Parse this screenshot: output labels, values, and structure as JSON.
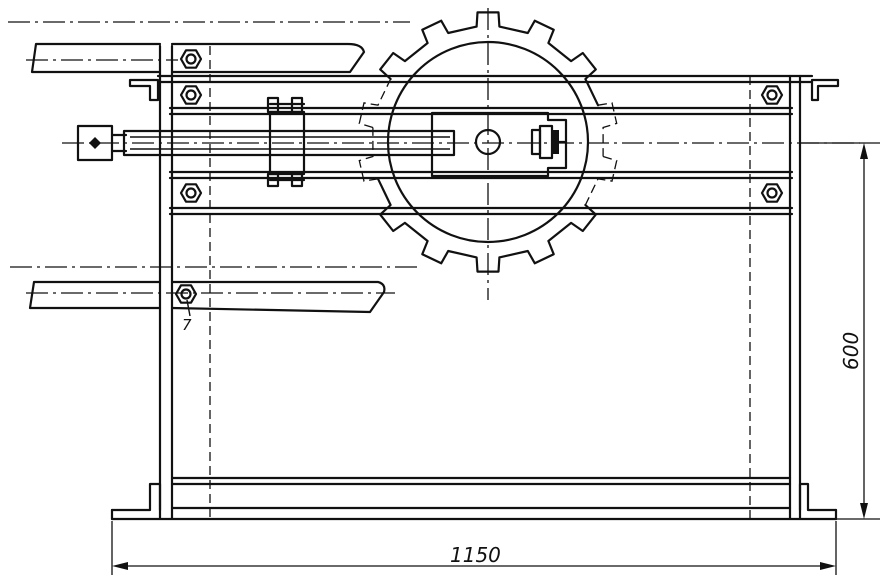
{
  "drawing": {
    "dimension_width_label": "1150",
    "dimension_height_label": "600",
    "part_label": "7"
  },
  "colors": {
    "ink": "#111111",
    "paper": "#ffffff"
  }
}
